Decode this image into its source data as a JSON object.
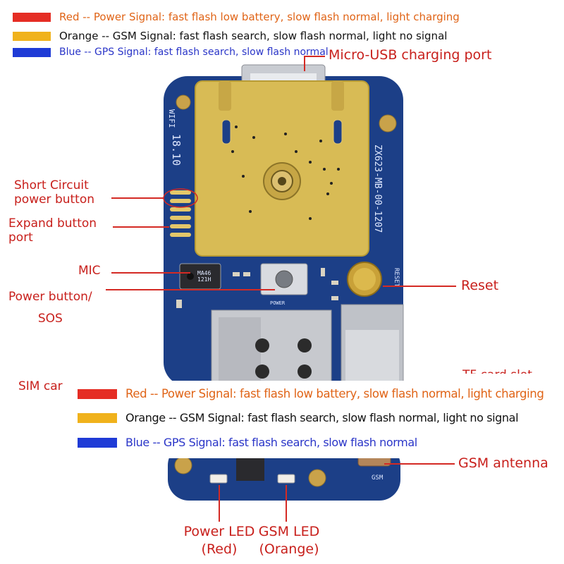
{
  "legend_top": [
    {
      "color": "#e52d24",
      "text": "Red -- Power Signal: fast flash low battery, slow flash normal, light charging"
    },
    {
      "color": "#f0b21c",
      "text": "Orange -- GSM Signal: fast flash search, slow flash normal, light no signal"
    },
    {
      "color": "#1f3bd6",
      "text": "Blue -- GPS Signal: fast flash search, slow flash normal"
    }
  ],
  "legend_bottom": [
    {
      "color": "#e52d24",
      "text": "Red -- Power Signal: fast flash low battery, slow flash normal, light charging"
    },
    {
      "color": "#f0b21c",
      "text": "Orange -- GSM Signal: fast flash search, slow flash normal, light no signal"
    },
    {
      "color": "#1f3bd6",
      "text": "Blue -- GPS Signal: fast flash search, slow flash normal"
    }
  ],
  "callouts": {
    "usb": "Micro-USB charging port",
    "short_circuit": "Short Circuit\npower button",
    "expand": "Expand button\nport",
    "mic": "MIC",
    "power_sos": "Power button/\nSOS",
    "reset": "Reset",
    "sim": "SIM car",
    "tf": "TF card slot",
    "gsm_antenna": "GSM antenna",
    "power_led": "Power LED\n(Red)",
    "gsm_led": "GSM LED\n(Orange)"
  },
  "board_text": {
    "wifi": "WIFI",
    "model": "ZX623-MB-00-1207",
    "mic_chip": "MA46\n121H",
    "power": "POWER",
    "reset": "RESET",
    "gsm": "GSM",
    "side_code": "18.10"
  },
  "colors": {
    "pcb": "#1c3f87",
    "gold": "#d8bb55",
    "leader": "#d42a24"
  }
}
